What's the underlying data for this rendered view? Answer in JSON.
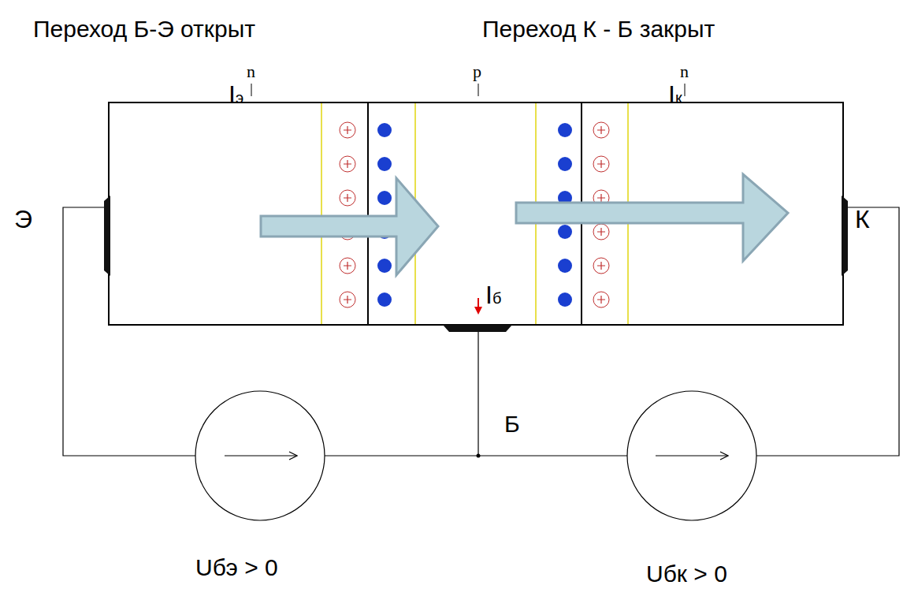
{
  "diagram": {
    "labels": [
      "Переход Б-Э открыт",
      "Переход К - Б закрыт",
      "n",
      "p",
      "n",
      "Э",
      "К",
      "Iэ",
      "Iк",
      "Iб",
      "Б",
      "Uбэ > 0",
      "Uбк > 0"
    ]
  }
}
